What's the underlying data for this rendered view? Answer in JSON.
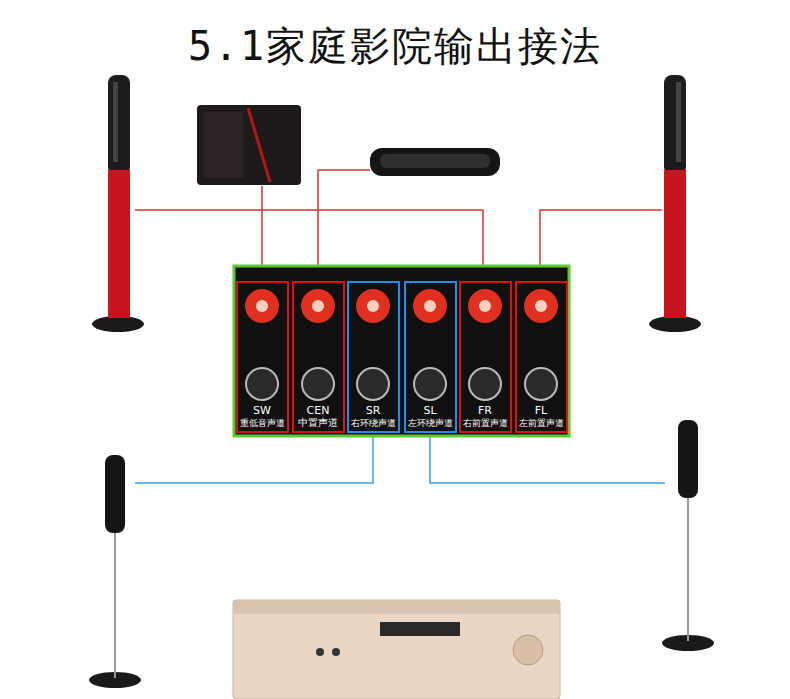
{
  "diagram": {
    "title": "5.1家庭影院输出接法",
    "nodes": [
      {
        "text": [
          "SW",
          "重低音声道"
        ]
      },
      {
        "text": [
          "CEN",
          "中置声道"
        ]
      },
      {
        "text": [
          "SR",
          "右环绕声道"
        ]
      },
      {
        "text": [
          "SL",
          "左环绕声道"
        ]
      },
      {
        "text": [
          "FR",
          "右前置声道"
        ]
      },
      {
        "text": [
          "FL",
          "左前置声道"
        ]
      }
    ]
  }
}
